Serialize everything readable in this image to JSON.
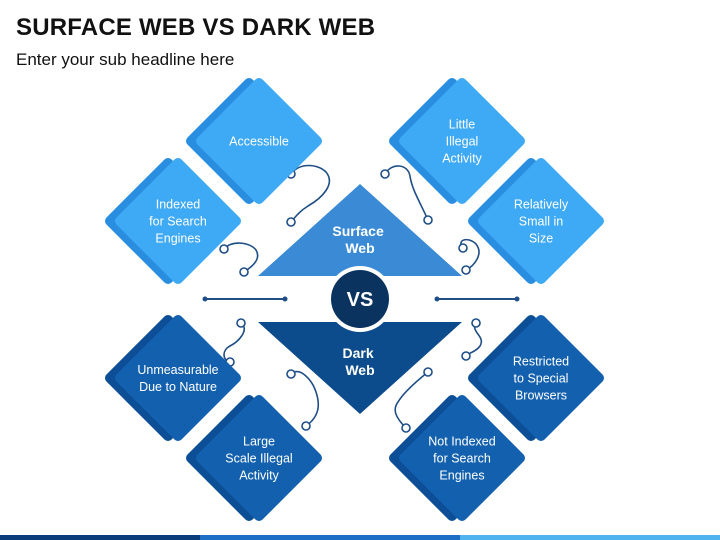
{
  "header": {
    "title": "SURFACE WEB VS DARK WEB",
    "subtitle": "Enter your sub headline here"
  },
  "center": {
    "surface_label": [
      "Surface",
      "Web"
    ],
    "dark_label": [
      "Dark",
      "Web"
    ],
    "vs_label": "VS"
  },
  "surface_items": [
    {
      "key": "accessible",
      "lines": [
        "Accessible"
      ]
    },
    {
      "key": "indexed",
      "lines": [
        "Indexed",
        "for Search",
        "Engines"
      ]
    },
    {
      "key": "little-illegal",
      "lines": [
        "Little",
        "Illegal",
        "Activity"
      ]
    },
    {
      "key": "small-size",
      "lines": [
        "Relatively",
        "Small in",
        "Size"
      ]
    }
  ],
  "dark_items": [
    {
      "key": "unmeasurable",
      "lines": [
        "Unmeasurable",
        "Due to Nature"
      ]
    },
    {
      "key": "large-illegal",
      "lines": [
        "Large",
        "Scale Illegal",
        "Activity"
      ]
    },
    {
      "key": "restricted",
      "lines": [
        "Restricted",
        "to Special",
        "Browsers"
      ]
    },
    {
      "key": "not-indexed",
      "lines": [
        "Not Indexed",
        "for Search",
        "Engines"
      ]
    }
  ],
  "colors": {
    "light_card": "#3EA9F5",
    "light_shadow": "#2A8EE0",
    "light_triangle": "#3A8AD6",
    "dark_card": "#1260AE",
    "dark_shadow": "#0C4F96",
    "dark_triangle": "#0C4C8C",
    "vs_circle": "#0B3360",
    "connector": "#1F4E86",
    "bar_dark": "#0B3D7A",
    "bar_mid": "#1C6FC4",
    "bar_light": "#4FB3F0"
  }
}
